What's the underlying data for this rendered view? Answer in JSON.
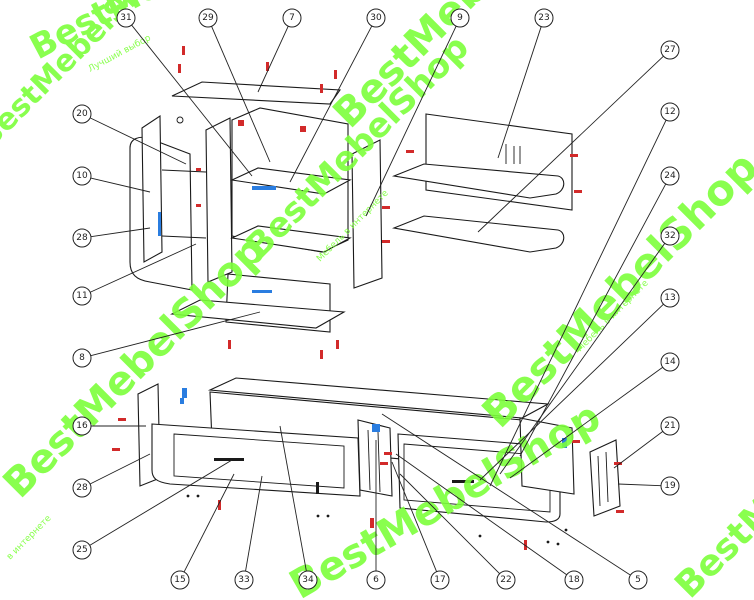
{
  "watermark": {
    "brand": "BestMebelShop",
    "tagline_top": "Лучший выбор",
    "tagline_mid": "Мебель в интернете",
    "tagline_bottom": "в интернете",
    "color": "#7cff3a"
  },
  "colors": {
    "line": "#1a1a1a",
    "callout": "#222222",
    "hardware_red": "#d22a2a",
    "hardware_blue": "#2a7de0"
  },
  "callouts": [
    {
      "id": "c31",
      "label": "31"
    },
    {
      "id": "c29",
      "label": "29"
    },
    {
      "id": "c7",
      "label": "7"
    },
    {
      "id": "c30",
      "label": "30"
    },
    {
      "id": "c9",
      "label": "9"
    },
    {
      "id": "c23",
      "label": "23"
    },
    {
      "id": "c27",
      "label": "27"
    },
    {
      "id": "c12",
      "label": "12"
    },
    {
      "id": "c20",
      "label": "20"
    },
    {
      "id": "c10",
      "label": "10"
    },
    {
      "id": "c28a",
      "label": "28"
    },
    {
      "id": "c11",
      "label": "11"
    },
    {
      "id": "c24",
      "label": "24"
    },
    {
      "id": "c32",
      "label": "32"
    },
    {
      "id": "c8",
      "label": "8"
    },
    {
      "id": "c13",
      "label": "13"
    },
    {
      "id": "c14",
      "label": "14"
    },
    {
      "id": "c16",
      "label": "16"
    },
    {
      "id": "c28b",
      "label": "28"
    },
    {
      "id": "c21",
      "label": "21"
    },
    {
      "id": "c19",
      "label": "19"
    },
    {
      "id": "c25",
      "label": "25"
    },
    {
      "id": "c15",
      "label": "15"
    },
    {
      "id": "c33",
      "label": "33"
    },
    {
      "id": "c34",
      "label": "34"
    },
    {
      "id": "c6",
      "label": "6"
    },
    {
      "id": "c17",
      "label": "17"
    },
    {
      "id": "c22",
      "label": "22"
    },
    {
      "id": "c18",
      "label": "18"
    },
    {
      "id": "c5",
      "label": "5"
    }
  ]
}
